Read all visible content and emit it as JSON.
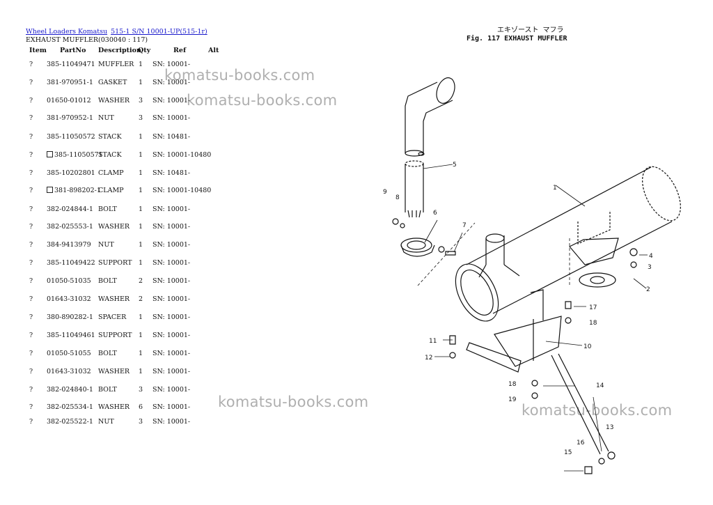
{
  "breadcrumb": {
    "link1": "Wheel Loaders Komatsu",
    "link2": "515-1 S/N 10001-UP(515-1r)"
  },
  "subtitle": "EXHAUST MUFFLER(030040 : 117)",
  "columns": [
    "Item",
    "PartNo",
    "Description",
    "Qty",
    "Ref",
    "Alt"
  ],
  "parts": [
    {
      "item": "?",
      "part": "385-11049471",
      "desc": "MUFFLER",
      "qty": "1",
      "ref": "SN: 10001-",
      "box": false
    },
    {
      "item": "?",
      "part": "381-970951-1",
      "desc": "GASKET",
      "qty": "1",
      "ref": "SN: 10001-",
      "box": false
    },
    {
      "item": "?",
      "part": "01650-01012",
      "desc": "WASHER",
      "qty": "3",
      "ref": "SN: 10001-",
      "box": false
    },
    {
      "item": "?",
      "part": "381-970952-1",
      "desc": "NUT",
      "qty": "3",
      "ref": "SN: 10001-",
      "box": false
    },
    {
      "item": "?",
      "part": "385-11050572",
      "desc": "STACK",
      "qty": "1",
      "ref": "SN: 10481-",
      "box": false
    },
    {
      "item": "?",
      "part": "385-11050571",
      "desc": "STACK",
      "qty": "1",
      "ref": "SN: 10001-10480",
      "box": true
    },
    {
      "item": "?",
      "part": "385-10202801",
      "desc": "CLAMP",
      "qty": "1",
      "ref": "SN: 10481-",
      "box": false
    },
    {
      "item": "?",
      "part": "381-898202-1",
      "desc": "CLAMP",
      "qty": "1",
      "ref": "SN: 10001-10480",
      "box": true
    },
    {
      "item": "?",
      "part": "382-024844-1",
      "desc": "BOLT",
      "qty": "1",
      "ref": "SN: 10001-",
      "box": false
    },
    {
      "item": "?",
      "part": "382-025553-1",
      "desc": "WASHER",
      "qty": "1",
      "ref": "SN: 10001-",
      "box": false
    },
    {
      "item": "?",
      "part": "384-9413979",
      "desc": "NUT",
      "qty": "1",
      "ref": "SN: 10001-",
      "box": false
    },
    {
      "item": "?",
      "part": "385-11049422",
      "desc": "SUPPORT",
      "qty": "1",
      "ref": "SN: 10001-",
      "box": false
    },
    {
      "item": "?",
      "part": "01050-51035",
      "desc": "BOLT",
      "qty": "2",
      "ref": "SN: 10001-",
      "box": false
    },
    {
      "item": "?",
      "part": "01643-31032",
      "desc": "WASHER",
      "qty": "2",
      "ref": "SN: 10001-",
      "box": false
    },
    {
      "item": "?",
      "part": "380-890282-1",
      "desc": "SPACER",
      "qty": "1",
      "ref": "SN: 10001-",
      "box": false
    },
    {
      "item": "?",
      "part": "385-11049461",
      "desc": "SUPPORT",
      "qty": "1",
      "ref": "SN: 10001-",
      "box": false
    },
    {
      "item": "?",
      "part": "01050-51055",
      "desc": "BOLT",
      "qty": "1",
      "ref": "SN: 10001-",
      "box": false
    },
    {
      "item": "?",
      "part": "01643-31032",
      "desc": "WASHER",
      "qty": "1",
      "ref": "SN: 10001-",
      "box": false
    },
    {
      "item": "?",
      "part": "382-024840-1",
      "desc": "BOLT",
      "qty": "3",
      "ref": "SN: 10001-",
      "box": false
    },
    {
      "item": "?",
      "part": "382-025534-1",
      "desc": "WASHER",
      "qty": "6",
      "ref": "SN: 10001-",
      "box": false
    },
    {
      "item": "?",
      "part": "382-025522-1",
      "desc": "NUT",
      "qty": "3",
      "ref": "SN: 10001-",
      "box": false
    }
  ],
  "watermarks": [
    "komatsu-books.com",
    "komatsu-books.com",
    "komatsu-books.com",
    "komatsu-books.com"
  ],
  "figure": {
    "title_jp": "エキゾースト マフラ",
    "title_en": "Fig. 117 EXHAUST MUFFLER",
    "callouts": [
      "1",
      "2",
      "3",
      "4",
      "5",
      "6",
      "7",
      "8",
      "9",
      "10",
      "11",
      "12",
      "13",
      "14",
      "15",
      "16",
      "17",
      "18",
      "18",
      "19"
    ]
  }
}
